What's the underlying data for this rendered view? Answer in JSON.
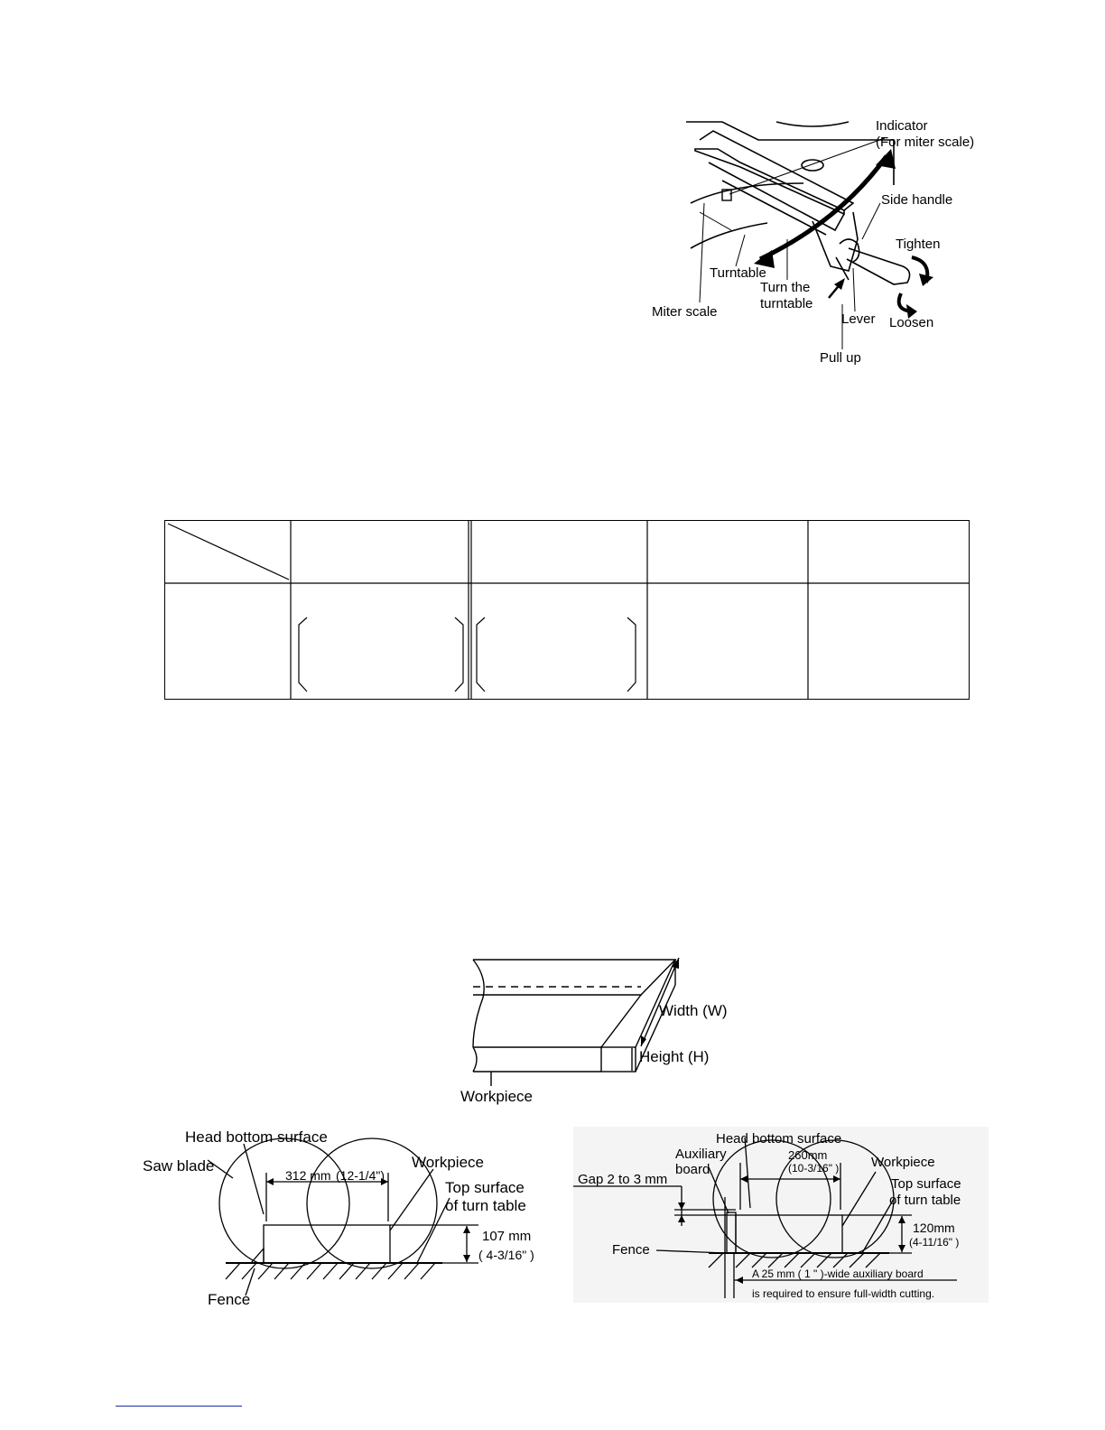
{
  "figure_turntable": {
    "labels": {
      "indicator": "Indicator",
      "indicator_sub": "(For miter scale)",
      "side_handle": "Side handle",
      "tighten": "Tighten",
      "turntable": "Turntable",
      "turn_the": "Turn the",
      "turntable_2": "turntable",
      "miter_scale": "Miter scale",
      "lever": "Lever",
      "loosen": "Loosen",
      "pull_up": "Pull up"
    }
  },
  "table": {
    "header": [
      "",
      "",
      "",
      "",
      ""
    ],
    "row": [
      "",
      "",
      "",
      "",
      ""
    ]
  },
  "figure_workpiece": {
    "labels": {
      "width": "Width (W)",
      "height": "Height (H)",
      "workpiece": "Workpiece"
    }
  },
  "figure_left": {
    "labels": {
      "head_bottom_surface": "Head bottom surface",
      "saw_blade": "Saw blade",
      "workpiece": "Workpiece",
      "top_surface": "Top surface",
      "of_turn_table": "of turn table",
      "width_mm": "312 mm",
      "width_in": "(12-1/4\")",
      "height_mm": "107 mm",
      "height_in": "( 4-3/16\" )",
      "fence": "Fence"
    }
  },
  "figure_right": {
    "labels": {
      "head_bottom_surface": "Head bottom surface",
      "auxiliary": "Auxiliary",
      "board": "board",
      "width_mm": "260mm",
      "width_in": "(10-3/16\" )",
      "workpiece": "Workpiece",
      "top_surface": "Top surface",
      "of_turn_table": "of turn table",
      "gap": "Gap  2 to 3 mm",
      "height_mm": "120mm",
      "height_in": "(4-11/16\" )",
      "fence": "Fence",
      "note_line1": "A 25 mm (  1  \" )-wide auxiliary board",
      "note_line2": "is required to ensure full-width cutting."
    }
  }
}
